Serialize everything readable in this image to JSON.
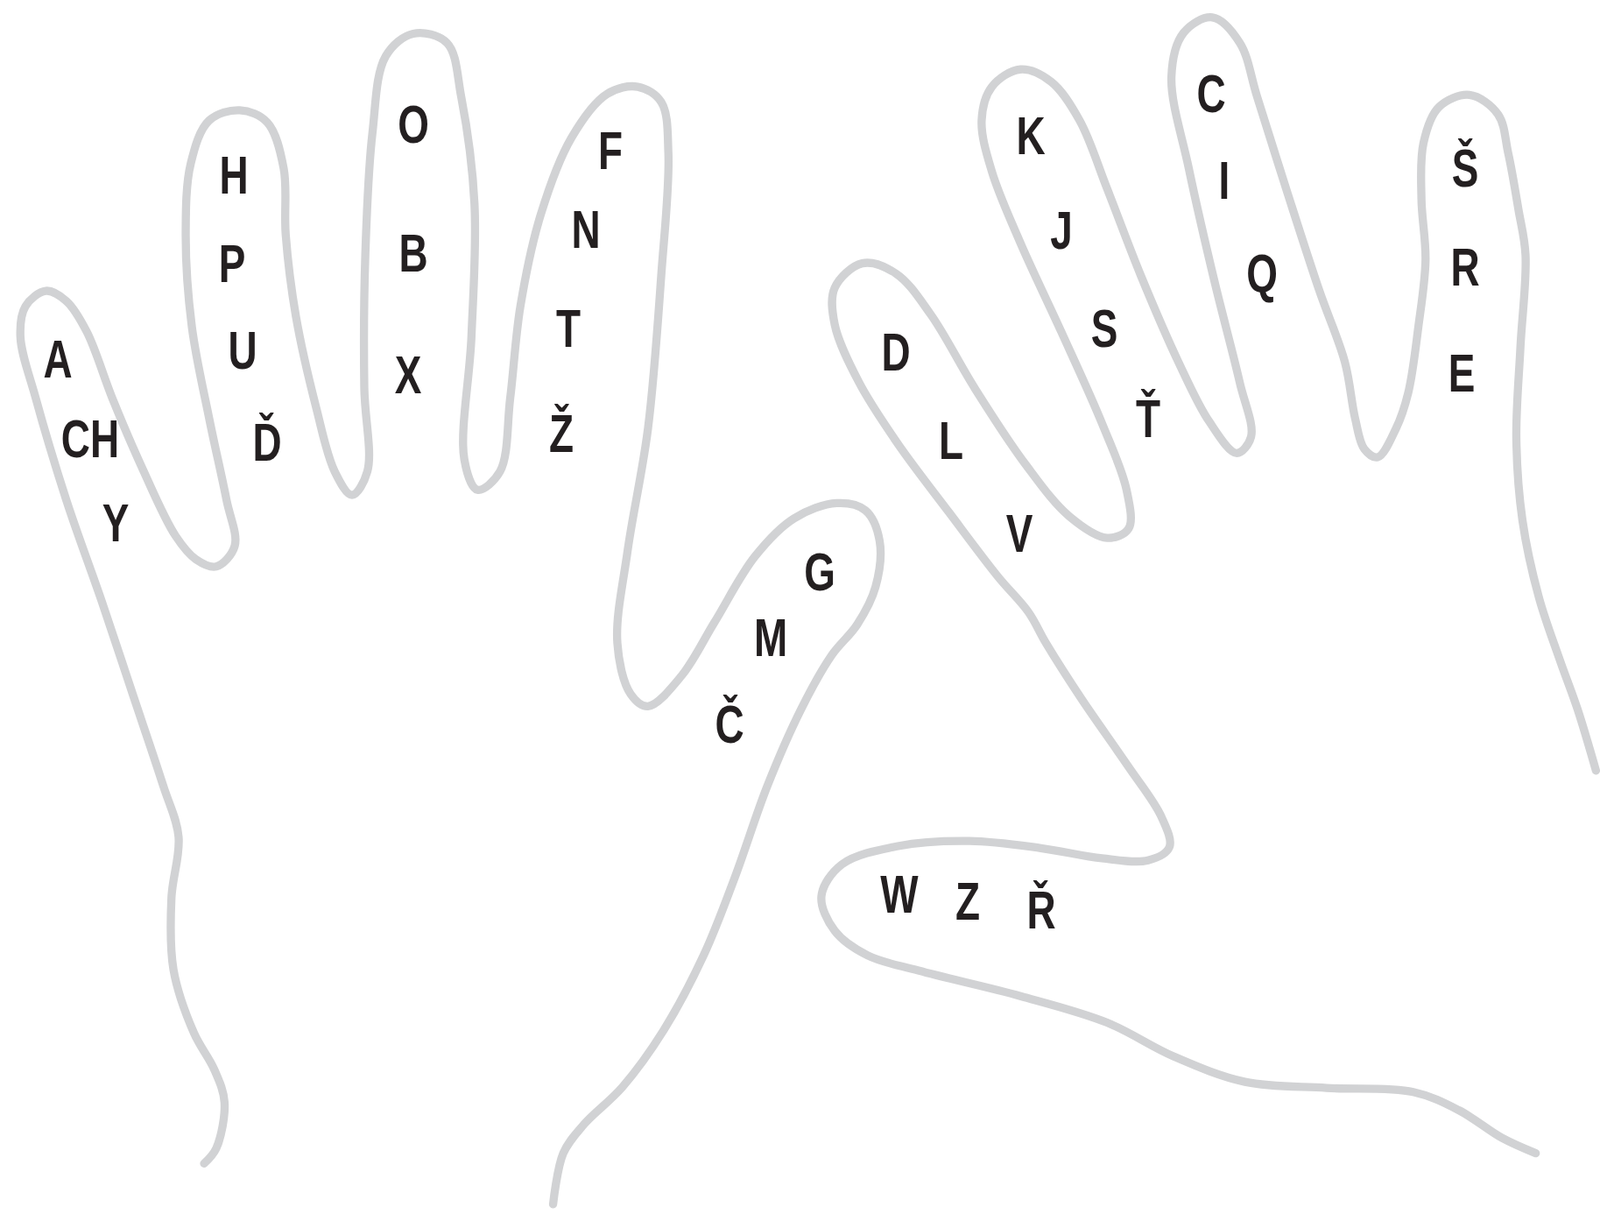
{
  "diagram": {
    "labels": [
      "A",
      "CH",
      "Y",
      "H",
      "P",
      "U",
      "Ď",
      "O",
      "B",
      "X",
      "F",
      "N",
      "T",
      "Ž",
      "G",
      "M",
      "Č",
      "K",
      "J",
      "S",
      "Ť",
      "C",
      "I",
      "Q",
      "Š",
      "R",
      "E",
      "D",
      "L",
      "V",
      "W",
      "Z",
      "Ř"
    ]
  }
}
